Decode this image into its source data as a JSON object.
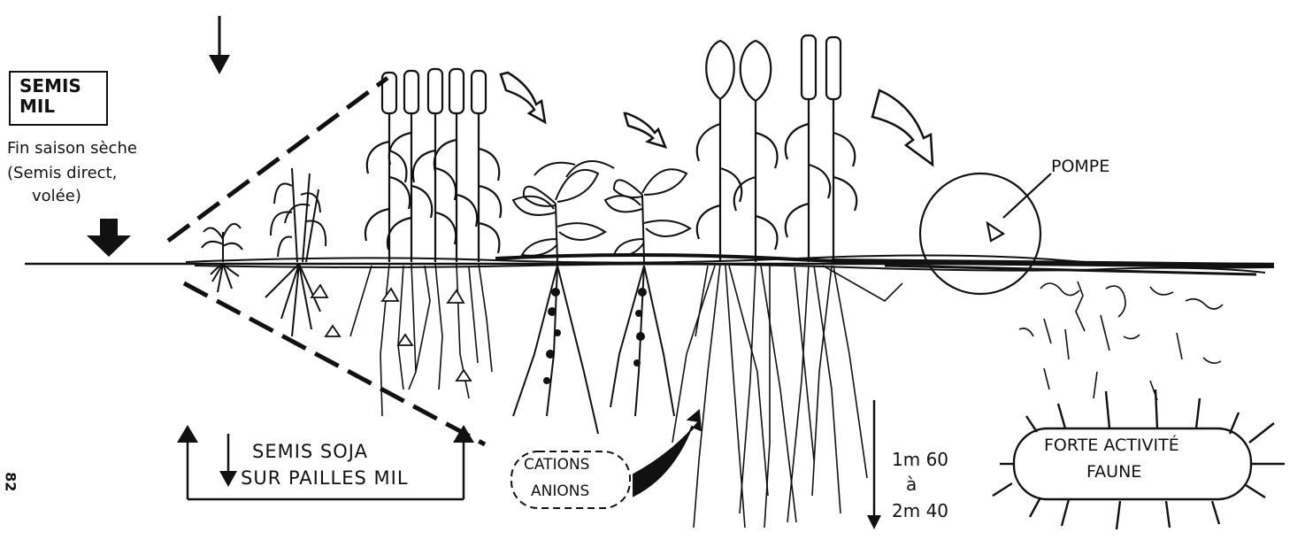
{
  "labels": {
    "semis_mil": "SEMIS MIL",
    "fin_saison": "Fin saison sèche",
    "semis_direct": "(Semis direct,",
    "volee": "volée)",
    "semis_soja_line1": "SEMIS SOJA",
    "semis_soja_line2": "SUR PAILLES MIL",
    "cations": "CATIONS",
    "anions": "ANIONS",
    "depth_line1": "1m 60",
    "depth_line2": "à",
    "depth_line3": "2m 40",
    "pompe": "POMPE",
    "faune_line1": "FORTE ACTIVITÉ",
    "faune_line2": "FAUNE",
    "page_number": "82"
  },
  "colors": {
    "ink": "#111111",
    "paper": "#ffffff"
  }
}
